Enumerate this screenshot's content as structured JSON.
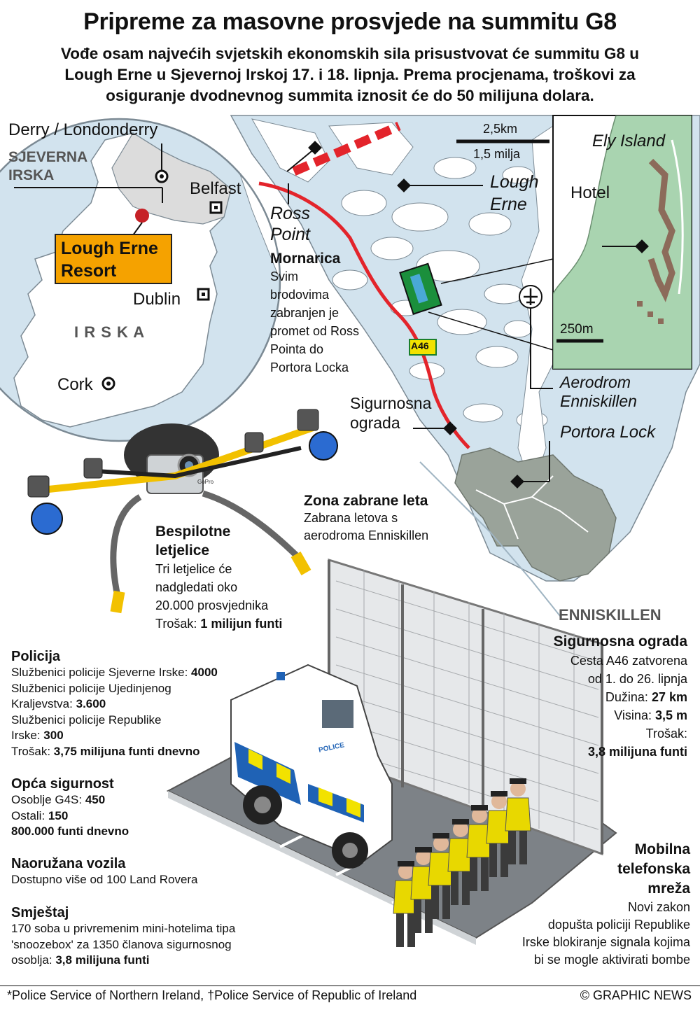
{
  "header": {
    "title": "Pripreme za masovne prosvjede na summitu G8",
    "subtitle_lines": [
      "Vođe osam najvećih svjetskih ekonomskih sila prisustvovat će summitu G8 u",
      "Lough Erne u Sjevernoj Irskoj 17. i 18. lipnja. Prema procjenama, troškovi za",
      "osiguranje dvodnevnog summita iznosit će do 50 milijuna dolara."
    ]
  },
  "inset_map": {
    "derry": "Derry / Londonderry",
    "region_line1": "SJEVERNA",
    "region_line2": "IRSKA",
    "belfast": "Belfast",
    "resort_line1": "Lough Erne",
    "resort_line2": "Resort",
    "dublin": "Dublin",
    "country": "I R S K A",
    "cork": "Cork"
  },
  "main_map": {
    "scale_km": "2,5km",
    "scale_mi": "1,5 milja",
    "lough_line1": "Lough",
    "lough_line2": "Erne",
    "ross_line1": "Ross",
    "ross_line2": "Point",
    "road": "A46",
    "fence_line1": "Sigurnosna",
    "fence_line2": "ograda",
    "aero_line1": "Aerodrom",
    "aero_line2": "Enniskillen",
    "portora": "Portora Lock",
    "town": "ENNISKILLEN"
  },
  "hotel_inset": {
    "island": "Ely Island",
    "hotel": "Hotel",
    "scale": "250m"
  },
  "navy": {
    "title": "Mornarica",
    "lines": [
      "Svim",
      "brodovima",
      "zabranjen je",
      "promet od Ross",
      "Pointa do",
      "Portora Locka"
    ]
  },
  "no_fly": {
    "title": "Zona zabrane leta",
    "lines": [
      "Zabrana letova s",
      "aerodroma Enniskillen"
    ]
  },
  "drones": {
    "title_line1": "Bespilotne",
    "title_line2": "letjelice",
    "lines": [
      "Tri letjelice će",
      "nadgledati oko",
      "20.000 prosvjednika"
    ],
    "cost_label": "Trošak:",
    "cost_value": "1 milijun funti"
  },
  "fence_block": {
    "title": "Sigurnosna ograda",
    "line1": "Cesta A46 zatvorena",
    "line2": "od 1. do 26. lipnja",
    "length_label": "Dužina:",
    "length_value": "27 km",
    "height_label": "Visina:",
    "height_value": "3,5 m",
    "cost_label": "Trošak:",
    "cost_value": "3,8 milijuna funti"
  },
  "police": {
    "title": "Policija",
    "l1_label": "Službenici policije Sjeverne Irske:",
    "l1_value": "4000",
    "l2": "Službenici policije Ujedinjenog",
    "l3_label": "Kraljevstva:",
    "l3_value": "3.600",
    "l4": "Službenici policije Republike",
    "l5_label": "Irske:",
    "l5_value": "300",
    "l6_label": "Trošak:",
    "l6_value": "3,75 milijuna funti dnevno"
  },
  "general_security": {
    "title": "Opća sigurnost",
    "l1_label": "Osoblje G4S:",
    "l1_value": "450",
    "l2_label": "Ostali:",
    "l2_value": "150",
    "l3": "800.000 funti dnevno"
  },
  "armored": {
    "title": "Naoružana vozila",
    "line": "Dostupno više od 100 Land Rovera"
  },
  "lodging": {
    "title": "Smještaj",
    "l1": "170 soba u privremenim mini-hotelima tipa",
    "l2": "'snoozebox' za 1350 članova sigurnosnog",
    "l3_label": "osoblja:",
    "l3_value": "3,8 milijuna funti"
  },
  "mobile": {
    "title_line1": "Mobilna",
    "title_line2": "telefonska",
    "title_line3": "mreža",
    "lines": [
      "Novi zakon",
      "dopušta policiji Republike",
      "Irske blokiranje signala kojima",
      "bi se mogle aktivirati bombe"
    ]
  },
  "illustration": {
    "police_text": "POLICE",
    "camera_text": "GoPro"
  },
  "footer": {
    "notes": "*Police Service of Northern Ireland, †Police Service of Republic of Ireland",
    "credit": "© GRAPHIC NEWS"
  },
  "colors": {
    "water": "#d2e3ee",
    "land": "#ffffff",
    "inset_land": "#a9d4b0",
    "road": "#e3242b",
    "resort_box": "#f5a200",
    "town": "#9aa39a",
    "police_yellow": "#f2e200",
    "police_blue": "#1f62b5"
  }
}
